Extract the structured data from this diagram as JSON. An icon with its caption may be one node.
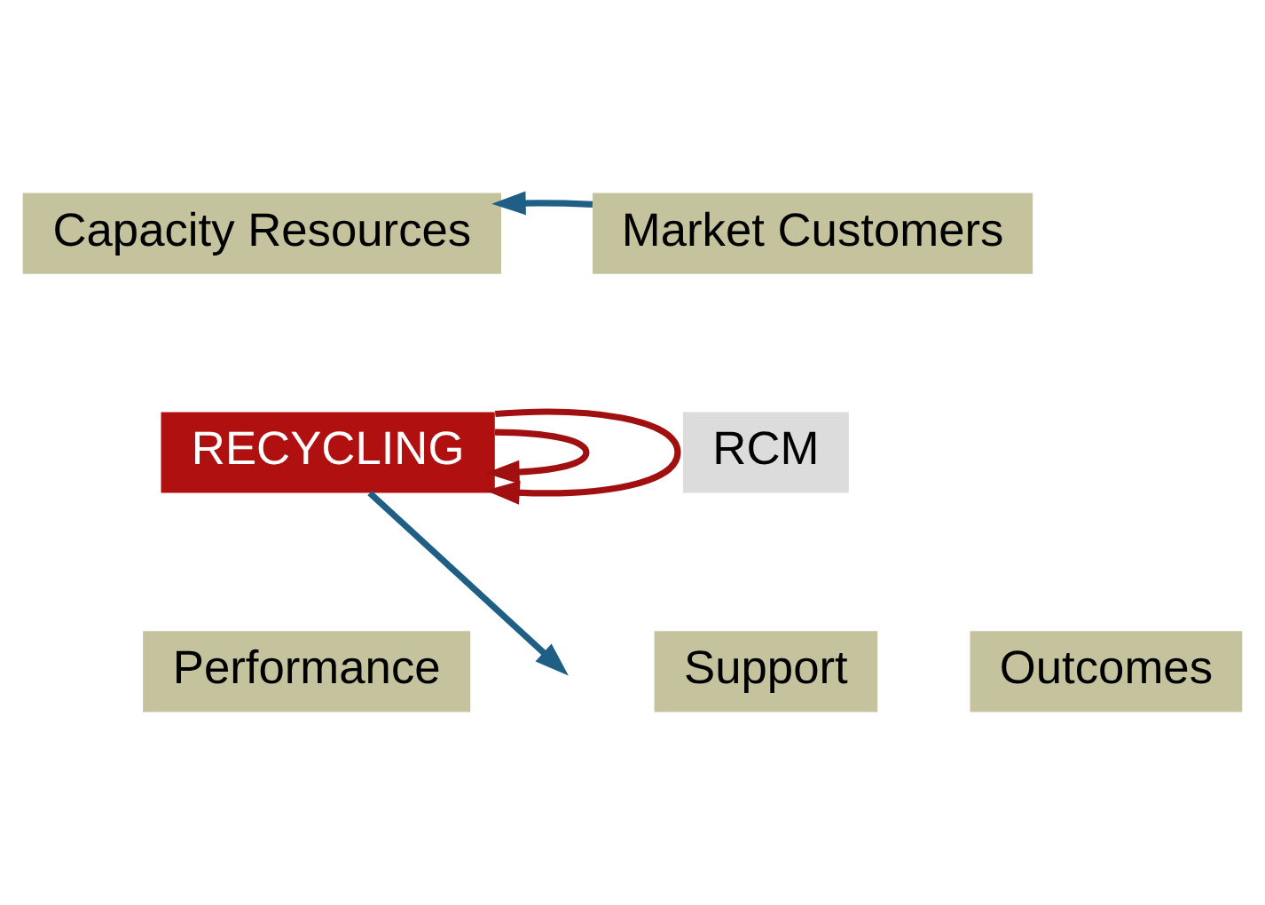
{
  "diagram": {
    "nodes": [
      {
        "text": [
          "Capacity Resources"
        ]
      },
      {
        "text": [
          "Market Customers"
        ]
      },
      {
        "text": [
          "RECYCLING"
        ]
      },
      {
        "text": [
          "RCM"
        ]
      },
      {
        "text": [
          "Performance"
        ]
      },
      {
        "text": [
          "Support"
        ]
      },
      {
        "text": [
          "Outcomes"
        ]
      }
    ],
    "edges": [
      {
        "from": 1,
        "to": 0,
        "arrow": "to",
        "color": "#1f5f85"
      },
      {
        "from": 2,
        "to": 2,
        "arrow": "to",
        "color": "#a01010"
      },
      {
        "from": 2,
        "to": 2,
        "arrow": "to",
        "color": "#a01010"
      },
      {
        "from": 2,
        "to": null,
        "arrow": "to",
        "color": "#1f5f85"
      }
    ]
  }
}
